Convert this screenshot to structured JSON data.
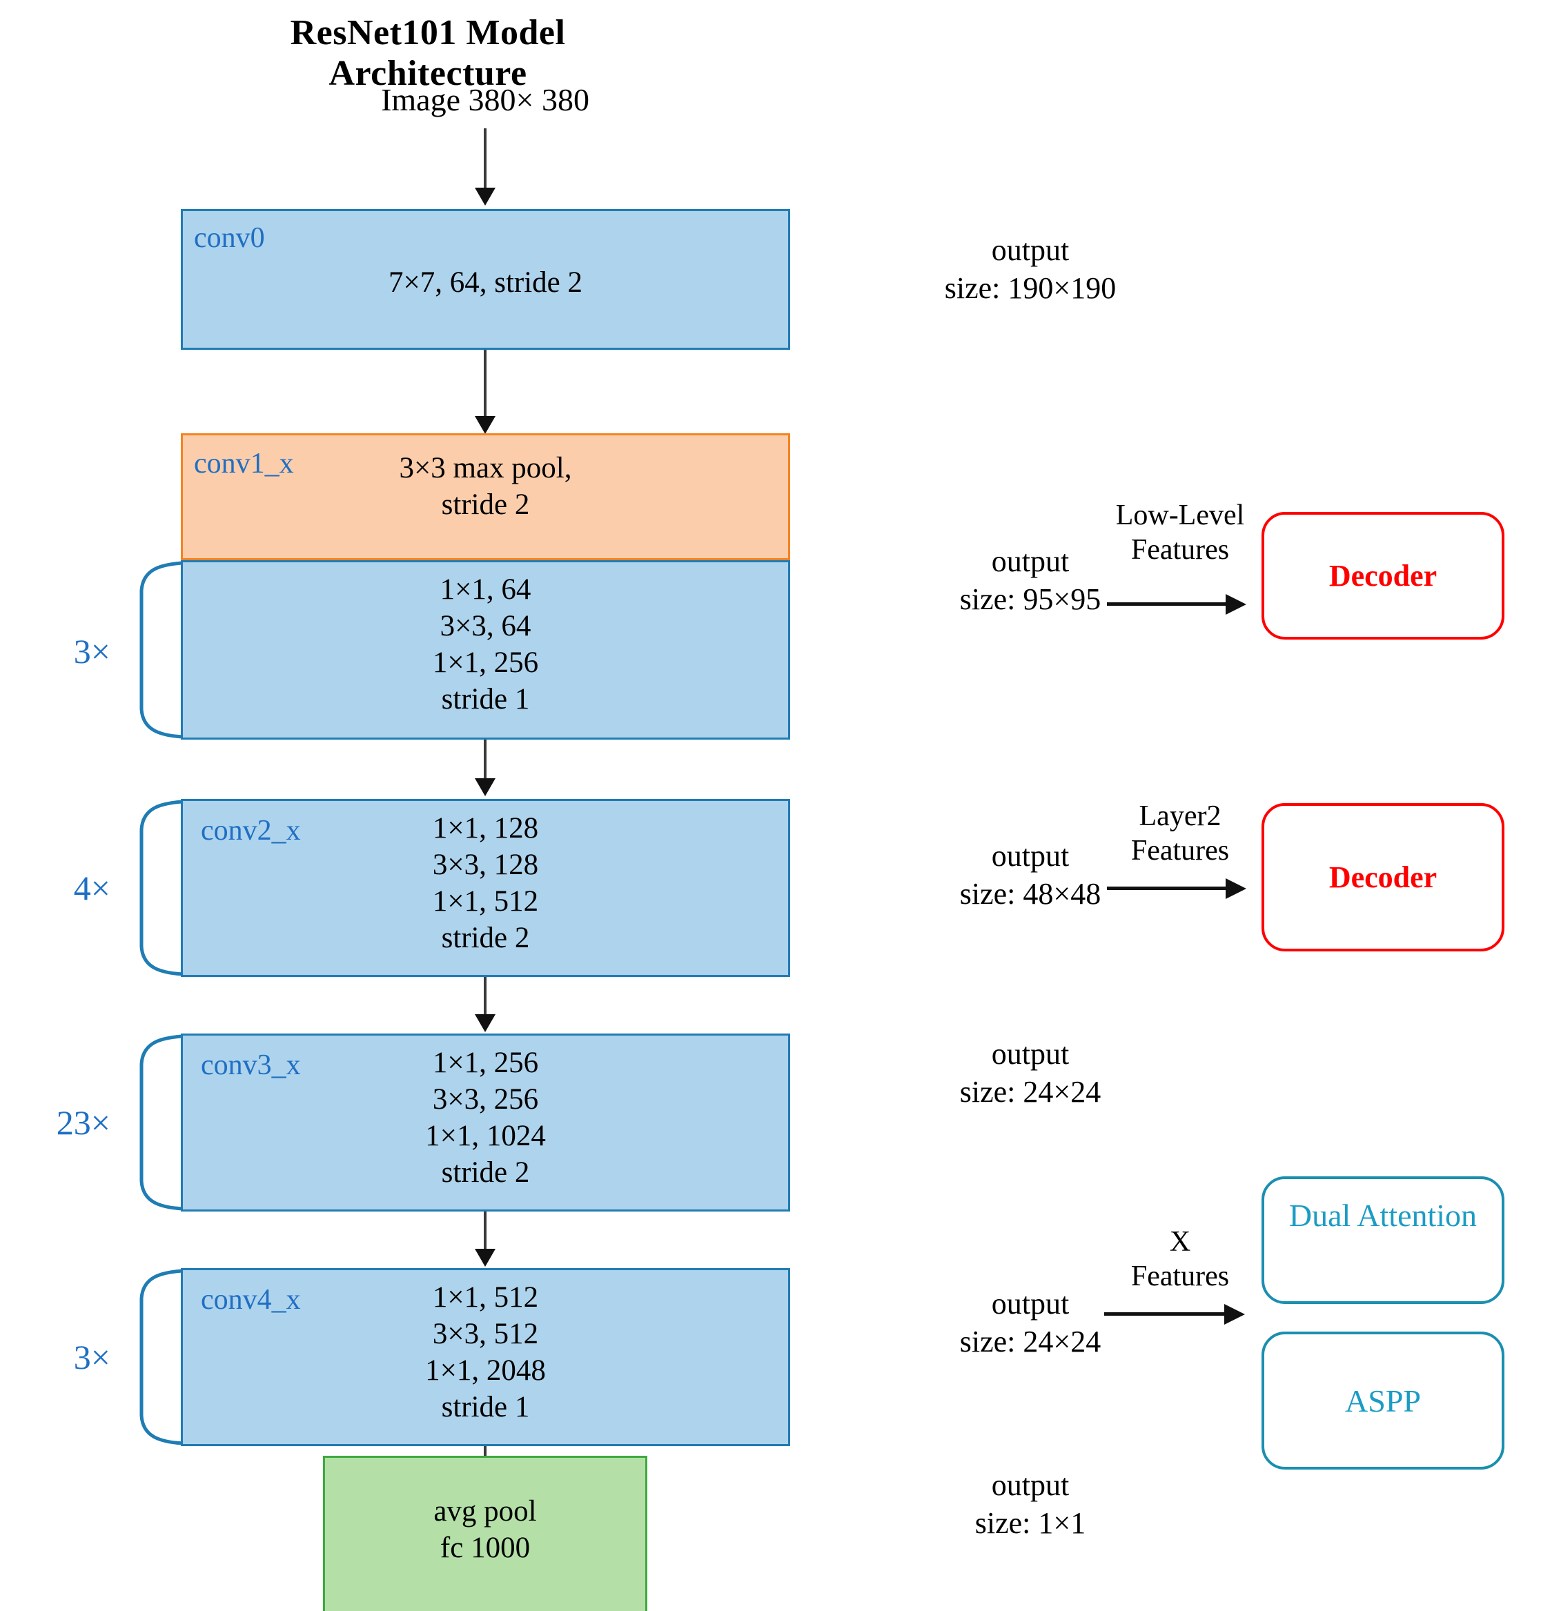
{
  "title": "ResNet101 Model Architecture",
  "input_label": "Image 380× 380",
  "colors": {
    "blue_fill": "#AED3EC",
    "blue_border": "#1F7CB4",
    "orange_fill": "#FBCDAA",
    "orange_border": "#F58220",
    "green_fill": "#B4E0A8",
    "green_border": "#3FA93F",
    "label_blue": "#1F6FC4",
    "decoder_red": "#FF0000",
    "teal": "#1B9CC4"
  },
  "blocks": {
    "conv0": {
      "name": "conv0",
      "lines": [
        "7×7, 64, stride 2"
      ]
    },
    "conv1_pool": {
      "name": "conv1_x",
      "lines": [
        "3×3 max pool,",
        "stride 2"
      ]
    },
    "conv1_res": {
      "name": "",
      "multiplier": "3×",
      "lines": [
        "1×1, 64",
        "3×3, 64",
        "1×1, 256",
        "stride 1"
      ]
    },
    "conv2": {
      "name": "conv2_x",
      "multiplier": "4×",
      "lines": [
        "1×1, 128",
        "3×3, 128",
        "1×1, 512",
        "stride 2"
      ]
    },
    "conv3": {
      "name": "conv3_x",
      "multiplier": "23×",
      "lines": [
        "1×1, 256",
        "3×3, 256",
        "1×1, 1024",
        "stride 2"
      ]
    },
    "conv4": {
      "name": "conv4_x",
      "multiplier": "3×",
      "lines": [
        "1×1, 512",
        "3×3, 512",
        "1×1, 2048",
        "stride 1"
      ]
    },
    "avgpool": {
      "name": "",
      "lines": [
        "avg pool",
        "fc 1000"
      ]
    }
  },
  "output_sizes": [
    {
      "head": "output",
      "value": "size: 190×190"
    },
    {
      "head": "output",
      "value": "size: 95×95"
    },
    {
      "head": "output",
      "value": "size: 48×48"
    },
    {
      "head": "output",
      "value": "size: 24×24"
    },
    {
      "head": "output",
      "value": "size: 24×24"
    },
    {
      "head": "output",
      "value": "size: 1×1"
    }
  ],
  "branches": [
    {
      "label_line1": "Low-Level",
      "label_line2": "Features",
      "target": "Decoder"
    },
    {
      "label_line1": "Layer2",
      "label_line2": "Features",
      "target": "Decoder"
    },
    {
      "label_line1": "X",
      "label_line2": "Features",
      "target_top": "Dual Attention",
      "target_bottom": "ASPP"
    }
  ]
}
